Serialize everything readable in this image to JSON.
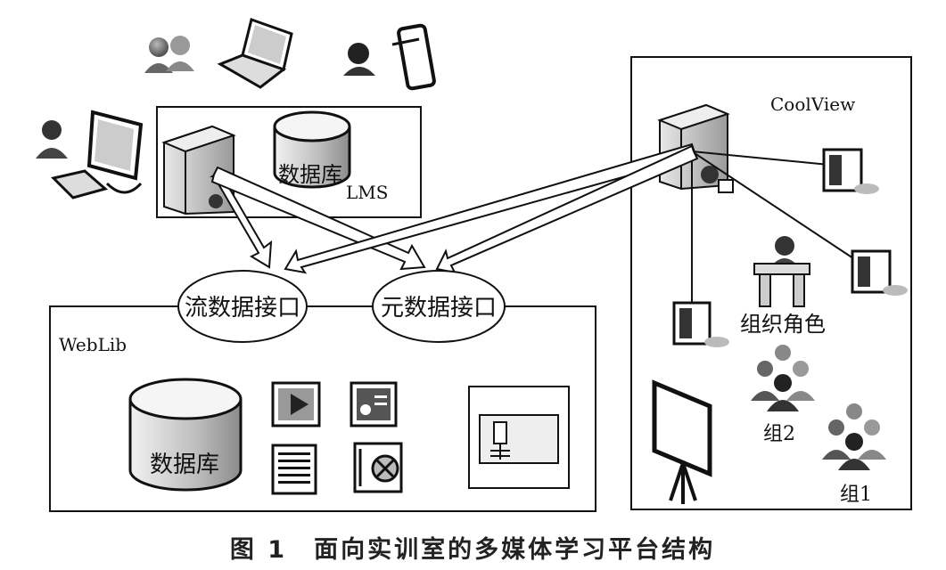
{
  "diagram": {
    "lms": {
      "label": "LMS",
      "db_label": "数据库"
    },
    "coolview": {
      "label": "CoolView",
      "role_label": "组织角色",
      "group2_label": "组2",
      "group1_label": "组1"
    },
    "interfaces": {
      "stream": "流数据接口",
      "meta": "元数据接口"
    },
    "weblib": {
      "label": "WebLib",
      "db_label": "数据库"
    },
    "caption": "图 1　面向实训室的多媒体学习平台结构"
  }
}
